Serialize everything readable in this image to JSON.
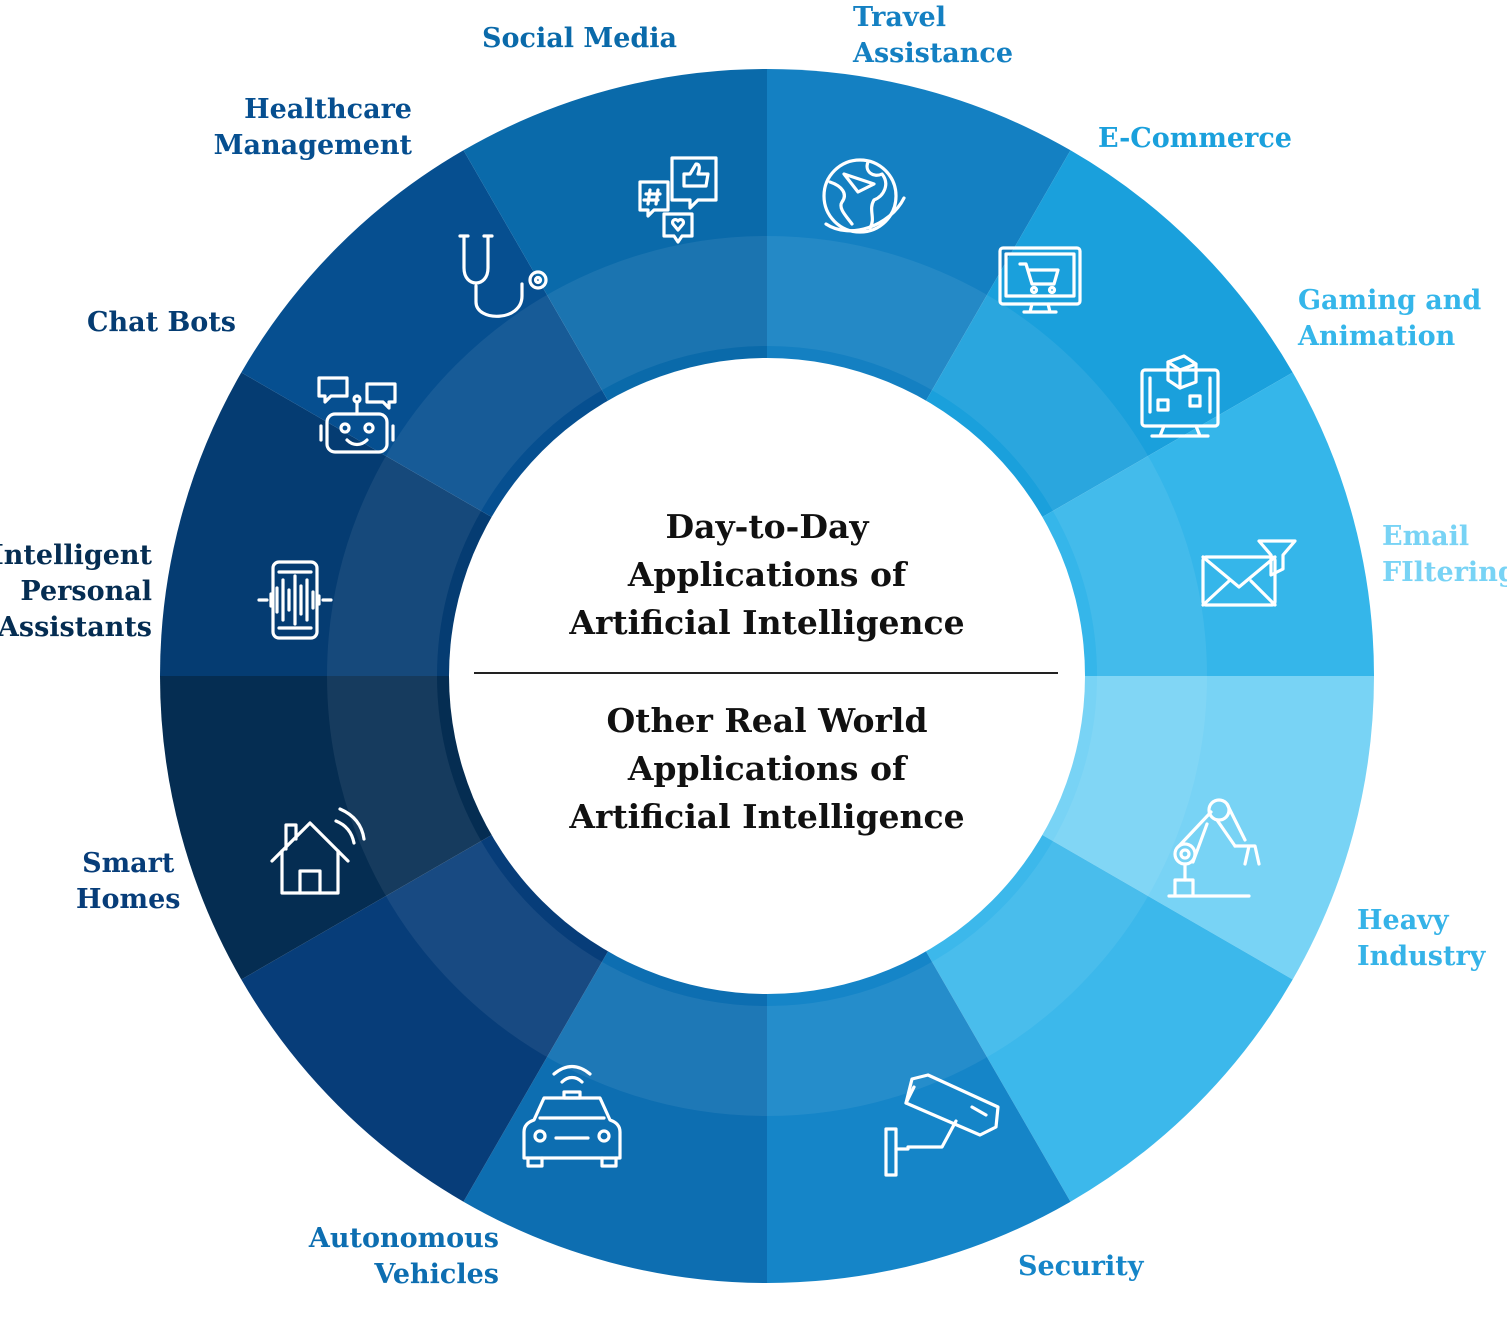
{
  "center": {
    "top_lines": [
      "Day-to-Day",
      "Applications of",
      "Artificial Intelligence"
    ],
    "bottom_lines": [
      "Other Real World",
      "Applications of",
      "Artificial Intelligence"
    ]
  },
  "segments": [
    {
      "key": "travel",
      "lines": [
        "Travel",
        "Assistance"
      ],
      "color": "#1480c2",
      "label_color": "#1480c2",
      "icon": "globe-plane-icon"
    },
    {
      "key": "ecommerce",
      "lines": [
        "E-Commerce"
      ],
      "color": "#1aa0dc",
      "label_color": "#1aa0dc",
      "icon": "monitor-cart-icon"
    },
    {
      "key": "gaming",
      "lines": [
        "Gaming and",
        "Animation"
      ],
      "color": "#35b6ea",
      "label_color": "#35b6ea",
      "icon": "monitor-cube-icon"
    },
    {
      "key": "email",
      "lines": [
        "Email",
        "FIltering"
      ],
      "color": "#78d3f5",
      "label_color": "#78d3f5",
      "icon": "envelope-funnel-icon"
    },
    {
      "key": "industry",
      "lines": [
        "Heavy",
        "Industry"
      ],
      "color": "#3cb8eb",
      "label_color": "#35b3e8",
      "icon": "robot-arm-icon"
    },
    {
      "key": "security",
      "lines": [
        "Security"
      ],
      "color": "#1585c8",
      "label_color": "#1585c8",
      "icon": "security-camera-icon"
    },
    {
      "key": "autonomous",
      "lines": [
        "Autonomous",
        "Vehicles"
      ],
      "color": "#0d6eb1",
      "label_color": "#0d6eb1",
      "icon": "car-wifi-icon"
    },
    {
      "key": "smart-homes",
      "lines": [
        "Smart",
        "Homes"
      ],
      "color": "#073d79",
      "label_color": "#073d79",
      "icon": "house-wifi-icon"
    },
    {
      "key": "assistants",
      "lines": [
        "Intelligent",
        "Personal",
        "Assistants"
      ],
      "color": "#052d52",
      "label_color": "#052d52",
      "icon": "phone-voice-icon"
    },
    {
      "key": "chatbots",
      "lines": [
        "Chat Bots"
      ],
      "color": "#053c72",
      "label_color": "#053c72",
      "icon": "robot-chat-icon"
    },
    {
      "key": "healthcare",
      "lines": [
        "Healthcare",
        "Management"
      ],
      "color": "#064f90",
      "label_color": "#064f90",
      "icon": "stethoscope-icon"
    },
    {
      "key": "social",
      "lines": [
        "Social Media"
      ],
      "color": "#0a6aaa",
      "label_color": "#0a6aaa",
      "icon": "social-bubbles-icon"
    }
  ]
}
